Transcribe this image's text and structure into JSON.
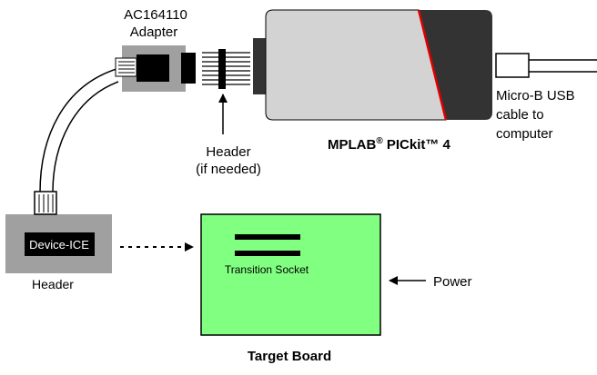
{
  "labels": {
    "adapter_line1": "AC164110",
    "adapter_line2": "Adapter",
    "header_top_line1": "Header",
    "header_top_line2": "(if needed)",
    "pickit_prefix": "MPLAB",
    "pickit_reg": "®",
    "pickit_suffix": " PICkit™ 4",
    "usb_line1": "Micro-B USB",
    "usb_line2": "cable to",
    "usb_line3": "computer",
    "device_ice": "Device-ICE",
    "header_bottom": "Header",
    "transition_socket": "Transition Socket",
    "power": "Power",
    "target_board": "Target Board"
  },
  "colors": {
    "target_board": "#80ff80",
    "gray_block": "#a0a0a0",
    "pickit_body": "#d3d3d3",
    "pickit_end": "#333333",
    "pickit_stripe": "#e00000",
    "device_ice_bg": "#000000",
    "device_ice_text": "#ffffff"
  }
}
